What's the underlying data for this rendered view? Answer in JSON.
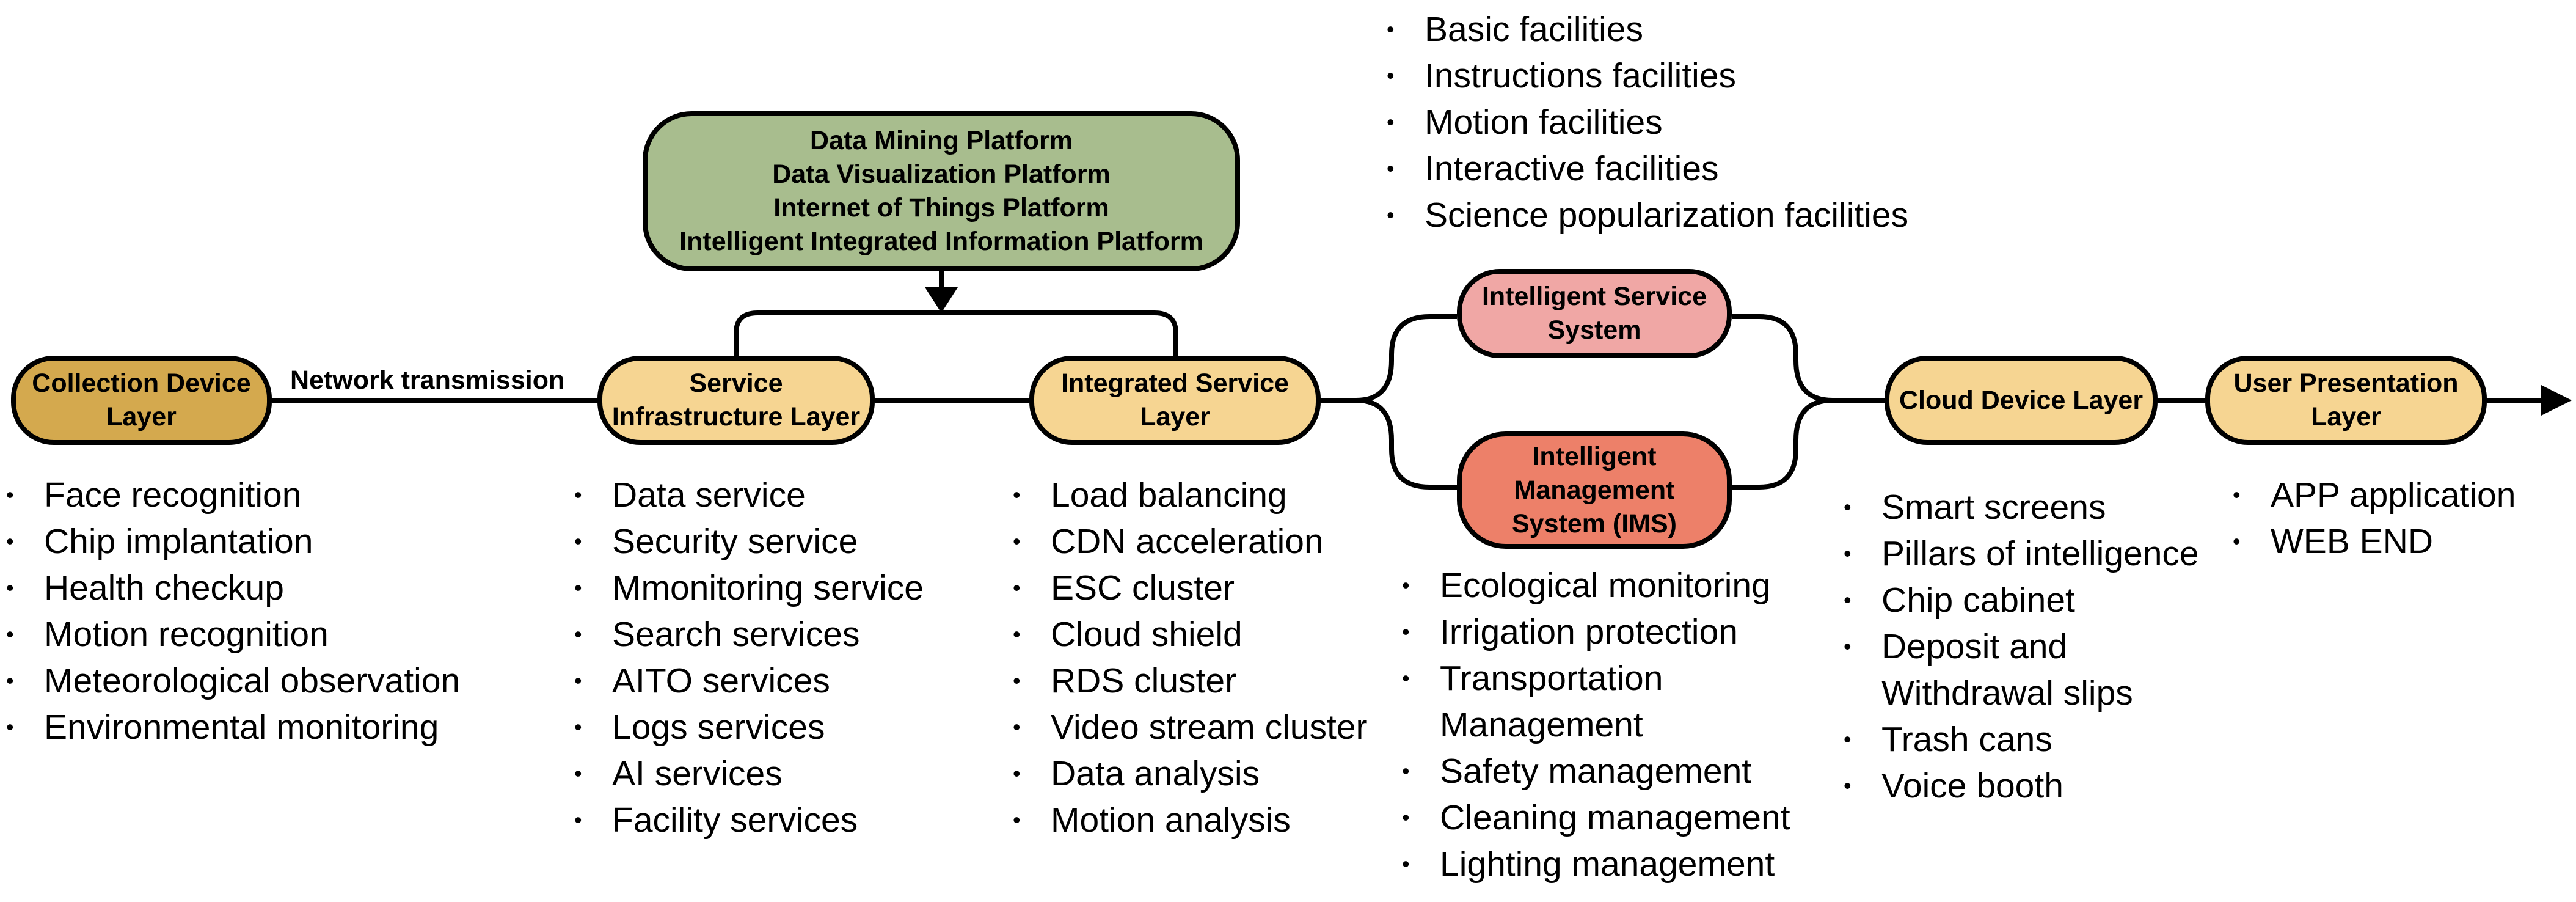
{
  "platform": {
    "lines": [
      "Data Mining Platform",
      "Data Visualization Platform",
      "Internet of Things Platform",
      "Intelligent Integrated Information Platform"
    ],
    "color": "#a8bd8e"
  },
  "nodes": {
    "collection": {
      "lines": [
        "Collection Device",
        "Layer"
      ],
      "color": "#d4a94e"
    },
    "service_infra": {
      "lines": [
        "Service",
        "Infrastructure Layer"
      ],
      "color": "#f6d592"
    },
    "integrated": {
      "lines": [
        "Integrated Service",
        "Layer"
      ],
      "color": "#f6d592"
    },
    "intelligent_service": {
      "lines": [
        "Intelligent Service",
        "System"
      ],
      "color": "#f0a7a5"
    },
    "ims": {
      "lines": [
        "Intelligent",
        "Management",
        "System (IMS)"
      ],
      "color": "#ed8069"
    },
    "cloud": {
      "lines": [
        "Cloud Device Layer"
      ],
      "color": "#f6d592"
    },
    "user": {
      "lines": [
        "User Presentation",
        "Layer"
      ],
      "color": "#f6d592"
    }
  },
  "edge_label": "Network transmission",
  "lists": {
    "collection": [
      "Face recognition",
      "Chip implantation",
      "Health checkup",
      "Motion recognition",
      "Meteorological observation",
      "Environmental monitoring"
    ],
    "service_infra": [
      "Data service",
      "Security service",
      "Mmonitoring service",
      "Search services",
      "AITO services",
      "Logs services",
      "AI services",
      "Facility services"
    ],
    "integrated": [
      "Load balancing",
      "CDN acceleration",
      "ESC cluster",
      "Cloud shield",
      "RDS cluster",
      "Video stream cluster",
      "Data analysis",
      "Motion analysis"
    ],
    "intelligent_service": [
      "Basic facilities",
      "Instructions facilities",
      "Motion facilities",
      "Interactive facilities",
      "Science popularization facilities"
    ],
    "ims": [
      "Ecological monitoring",
      "Irrigation protection",
      "Transportation Management",
      "Safety management",
      "Cleaning management",
      "Lighting management"
    ],
    "cloud": [
      "Smart screens",
      "Pillars of intelligence",
      "Chip cabinet",
      "Deposit and Withdrawal slips",
      "Trash cans",
      "Voice booth"
    ],
    "user": [
      "APP application",
      "WEB END"
    ]
  }
}
